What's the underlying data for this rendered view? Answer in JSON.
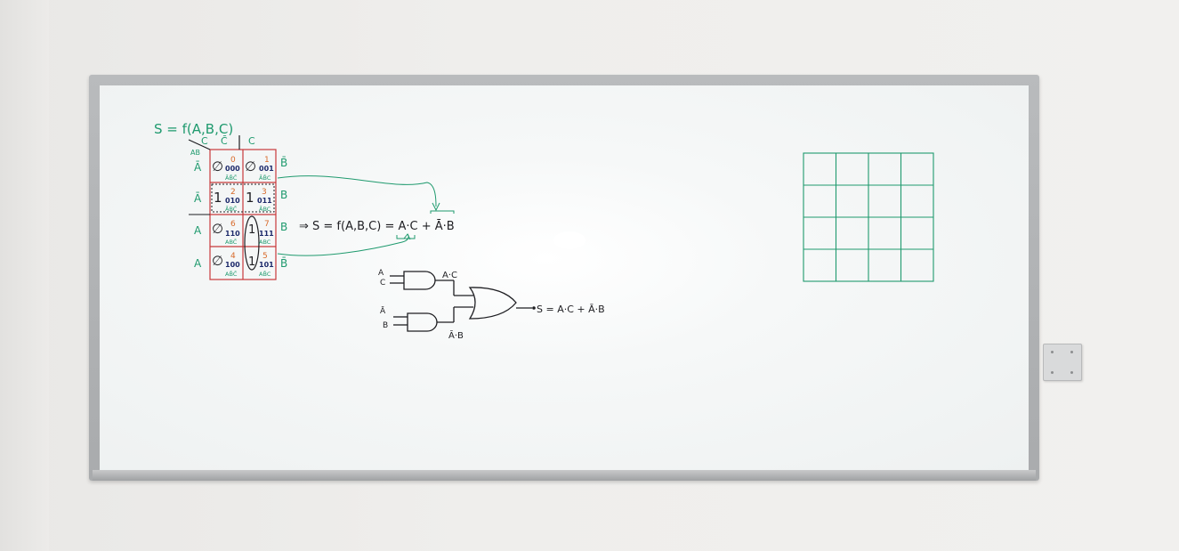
{
  "board": {
    "title": "S = f(A,B,C)",
    "kmap": {
      "col_labels": [
        "C̄",
        "C"
      ],
      "row_labels": [
        "Ā",
        "Ā",
        "A",
        "A"
      ],
      "right_labels": [
        "B̄",
        "B",
        "B",
        "B̄"
      ],
      "cells": [
        {
          "row": 0,
          "col": 0,
          "index": "0",
          "bits": "000",
          "term": "ĀB̄C̄",
          "mark": "∅"
        },
        {
          "row": 0,
          "col": 1,
          "index": "1",
          "bits": "001",
          "term": "ĀB̄C",
          "mark": "∅"
        },
        {
          "row": 1,
          "col": 0,
          "index": "2",
          "bits": "010",
          "term": "ĀBC̄",
          "mark": "1"
        },
        {
          "row": 1,
          "col": 1,
          "index": "3",
          "bits": "011",
          "term": "ĀBC",
          "mark": "1"
        },
        {
          "row": 2,
          "col": 0,
          "index": "6",
          "bits": "110",
          "term": "ABC̄",
          "mark": "∅"
        },
        {
          "row": 2,
          "col": 1,
          "index": "7",
          "bits": "111",
          "term": "ABC",
          "mark": "1"
        },
        {
          "row": 3,
          "col": 0,
          "index": "4",
          "bits": "100",
          "term": "AB̄C̄",
          "mark": "∅"
        },
        {
          "row": 3,
          "col": 1,
          "index": "5",
          "bits": "101",
          "term": "AB̄C",
          "mark": "1"
        }
      ]
    },
    "equation": "⇒ S = f(A,B,C) = A·C + Ā·B",
    "circuit": {
      "input1": "A",
      "input2": "C",
      "input3": "Ā",
      "input4": "B",
      "and1_out": "A·C",
      "and2_out": "Ā·B",
      "output": "S = A·C + Ā·B"
    },
    "empty_grid": {
      "rows": 4,
      "cols": 4
    }
  },
  "colors": {
    "green_marker": "#1f9a6e",
    "red_marker": "#c8393b",
    "orange_marker": "#d86a2a",
    "blue_marker": "#1d2a6b",
    "black_marker": "#1e1e22"
  }
}
